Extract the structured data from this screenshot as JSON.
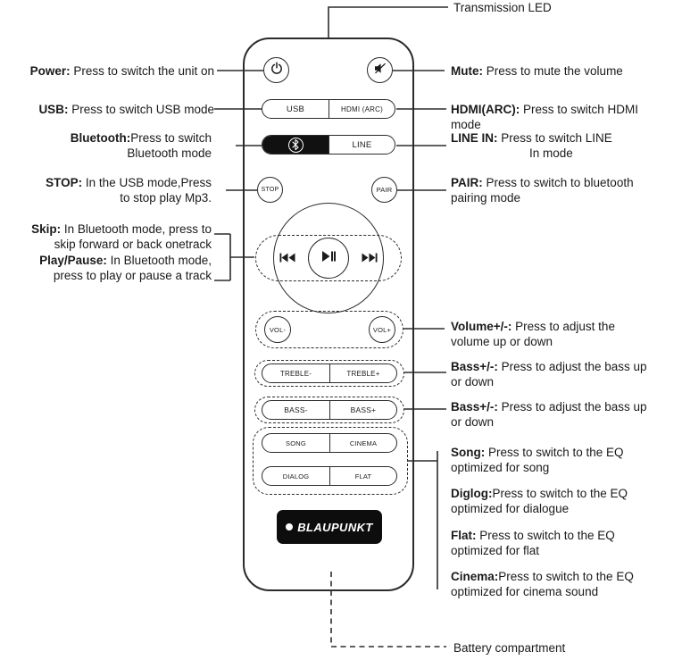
{
  "callouts": {
    "top": {
      "t": "Transmission LED"
    },
    "left": [
      {
        "k": "Power:",
        "t": " Press to switch the unit on"
      },
      {
        "k": "USB:",
        "t": " Press to switch USB mode"
      },
      {
        "k": "Bluetooth:",
        "t": "Press to switch Bluetooth mode"
      },
      {
        "k": "STOP:",
        "t": " In the USB mode,Press to stop play Mp3."
      },
      {
        "k": "Skip:",
        "t": " In Bluetooth mode, press to skip forward or back onetrack"
      },
      {
        "k": "Play/Pause:",
        "t": " In Bluetooth mode, press to play or pause a track"
      }
    ],
    "right": [
      {
        "k": "Mute:",
        "t": " Press to mute the volume"
      },
      {
        "k": "HDMI(ARC):",
        "t": " Press to switch HDMI mode"
      },
      {
        "k": "LINE IN:",
        "t": " Press to switch LINE",
        "t2": "In mode"
      },
      {
        "k": "PAIR:",
        "t": " Press to switch to bluetooth pairing mode"
      },
      {
        "k": "Volume+/-:",
        "t": " Press to adjust the volume up or down"
      },
      {
        "k": "Bass+/-:",
        "t": " Press to adjust the bass up or down"
      },
      {
        "k": "Bass+/-:",
        "t": " Press to adjust the bass up or down"
      },
      {
        "k": "Song:",
        "t": " Press to switch to the EQ optimized for song"
      },
      {
        "k": "Diglog:",
        "t": "Press to switch to the EQ optimized for dialogue"
      },
      {
        "k": "Flat:",
        "t": " Press to switch to the EQ optimized for flat"
      },
      {
        "k": "Cinema:",
        "t": "Press to switch to the EQ optimized for cinema sound"
      }
    ],
    "bottom": {
      "t": "Battery compartment"
    }
  },
  "remote": {
    "brand": "BLAUPUNKT",
    "buttons": {
      "usb": "USB",
      "hdmi": "HDMI (ARC)",
      "line": "LINE",
      "stop": "STOP",
      "pair": "PAIR",
      "vol_down": "VOL-",
      "vol_up": "VOL+",
      "treble_down": "TREBLE-",
      "treble_up": "TREBLE+",
      "bass_down": "BASS-",
      "bass_up": "BASS+",
      "song": "SONG",
      "cinema": "CINEMA",
      "dialog": "DIALOG",
      "flat": "FLAT"
    },
    "icons": {
      "power": "power-symbol",
      "mute": "muted-speaker",
      "bluetooth": "bluetooth-rune",
      "skip_back": "previous-track",
      "play_pause": "play-pause",
      "skip_forward": "next-track",
      "brand_dot": "blaupunkt-dot"
    }
  }
}
